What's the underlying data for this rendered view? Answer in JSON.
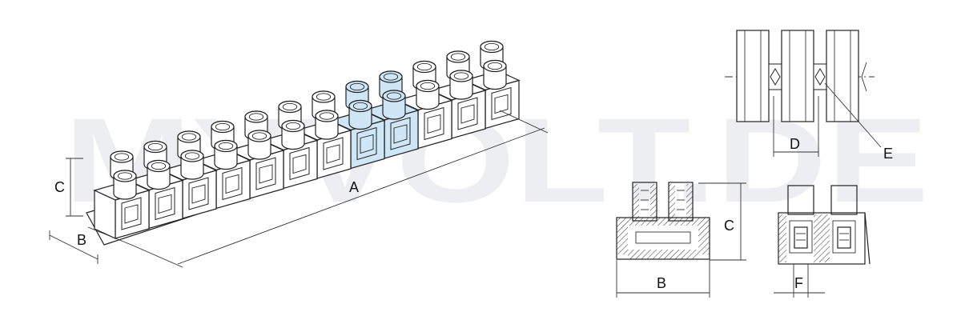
{
  "watermark": {
    "text": "MYVOLT.DE"
  },
  "dimension_labels": {
    "a": "A",
    "b": "B",
    "c": "C",
    "d": "D",
    "e": "E",
    "f": "F"
  },
  "views": {
    "iso": {
      "terminal_count": 12
    },
    "top": {
      "column_count": 3
    },
    "front": {},
    "side": {}
  },
  "colors": {
    "line": "#222222",
    "body": "#ffffff",
    "accent": "#cfe6f7",
    "watermark": "#e9ecef"
  }
}
